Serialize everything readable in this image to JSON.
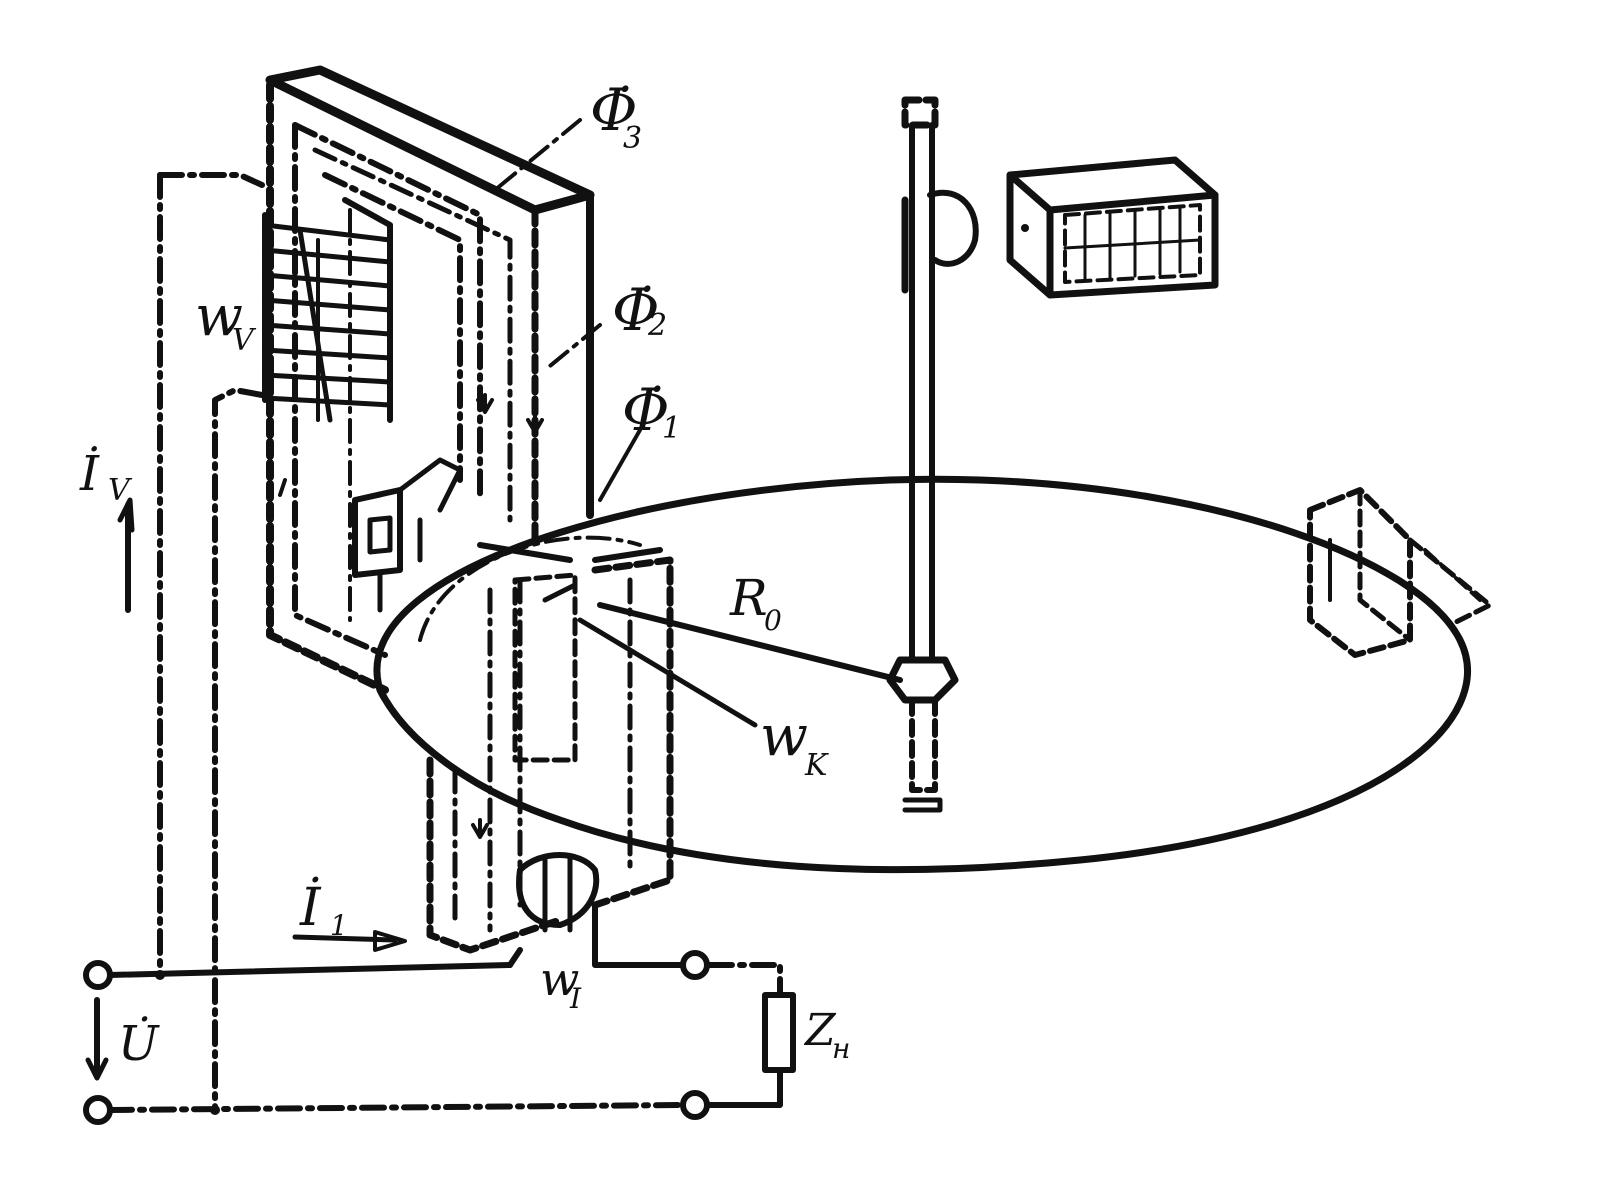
{
  "labels": {
    "phi3": "Φ̇",
    "phi3_sub": "3",
    "phi2": "Φ̇",
    "phi2_sub": "2",
    "phi1": "Φ̇",
    "phi1_sub": "1",
    "wv": "w",
    "wv_sub": "V",
    "iv": "İ",
    "iv_sub": "V",
    "r0": "R",
    "r0_sub": "0",
    "wk": "w",
    "wk_sub": "K",
    "i1": "İ",
    "i1_sub": "1",
    "wi": "w",
    "wi_sub": "I",
    "u": "U̇",
    "zn": "Z",
    "zn_sub": "н"
  },
  "colors": {
    "ink": "#111111",
    "paper": "#ffffff"
  }
}
